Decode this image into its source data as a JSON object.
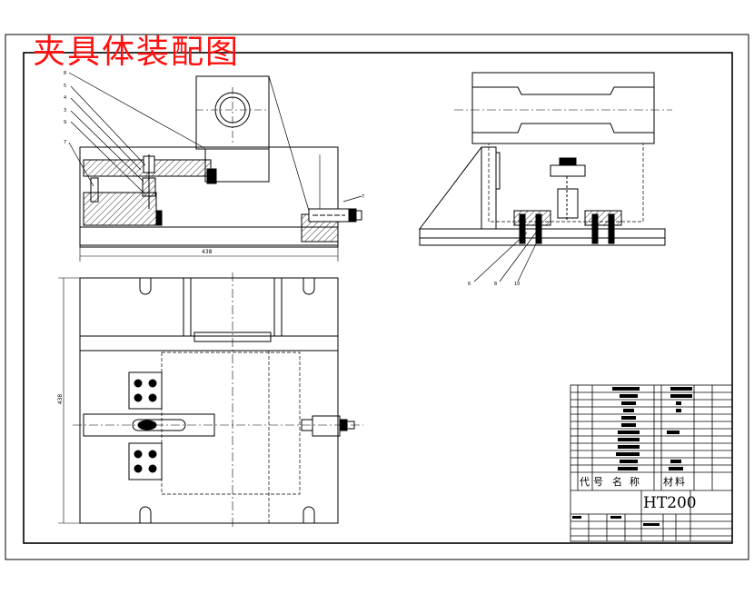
{
  "drawing": {
    "title": "夹具体装配图",
    "dimension_width": "438",
    "dimension_height": "438"
  },
  "title_block": {
    "material": "HT200",
    "header_code": "代号",
    "header_name": "名称",
    "header_material": "材料"
  },
  "colors": {
    "title": "#ff1010",
    "line": "#000000",
    "hatch": "#000000",
    "background": "#ffffff"
  }
}
